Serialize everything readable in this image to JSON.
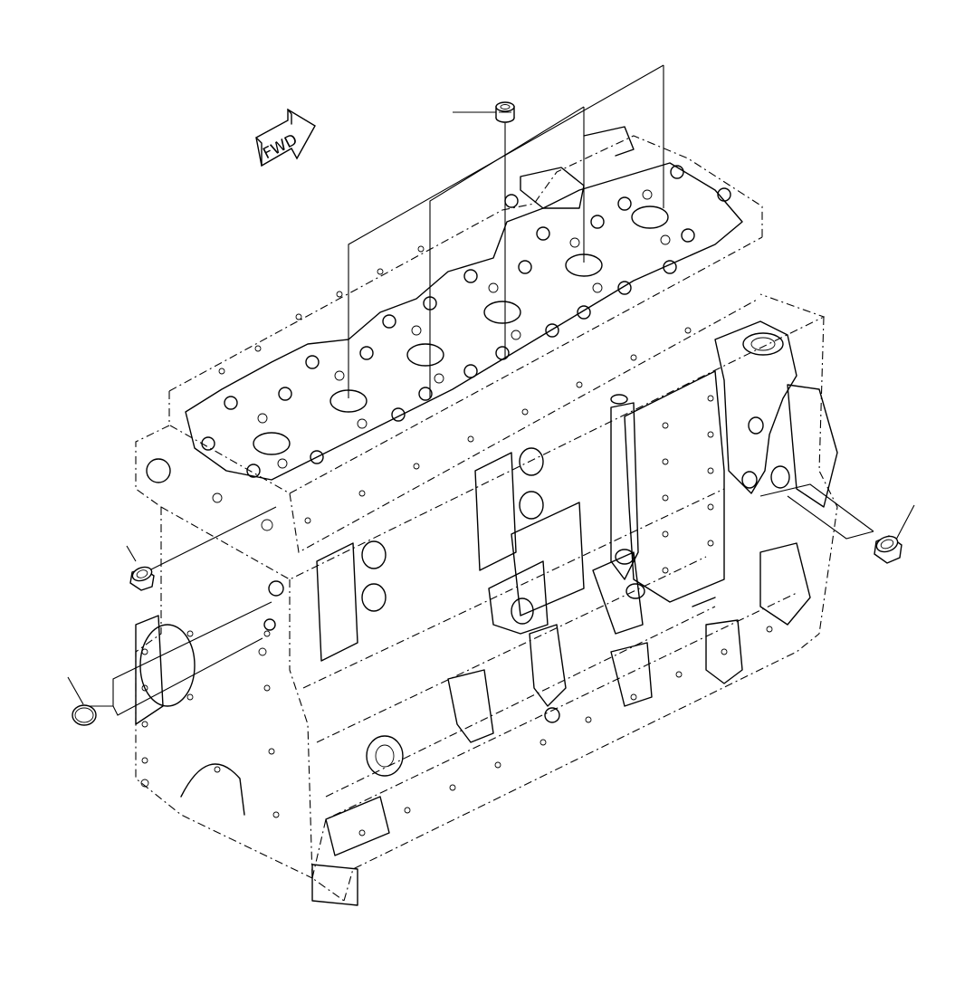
{
  "diagram": {
    "direction_label": "FWD",
    "direction_icon": "forward-arrow-icon",
    "parts": [
      {
        "name": "cylinder-head-plug",
        "icon": "plug-icon"
      },
      {
        "name": "left-side-cap-plug",
        "icon": "cap-plug-icon"
      },
      {
        "name": "right-side-cap-plug",
        "icon": "cap-plug-icon"
      },
      {
        "name": "o-ring",
        "icon": "o-ring-icon"
      }
    ]
  }
}
